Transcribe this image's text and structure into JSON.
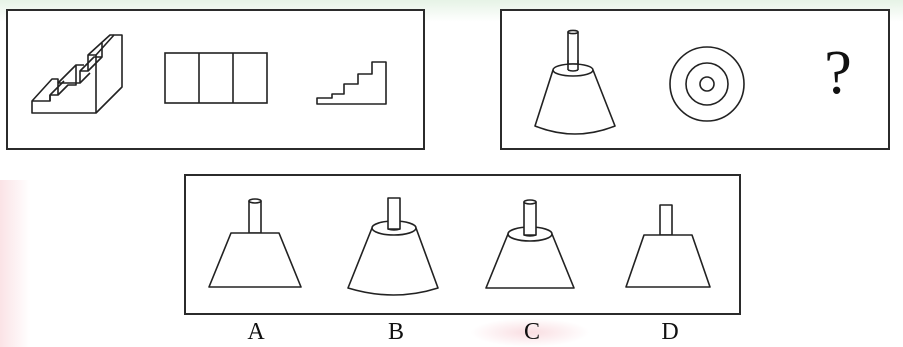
{
  "question": {
    "left_group": {
      "items": [
        "stepped-block-3d",
        "front-view-three-rectangles",
        "side-view-steps"
      ]
    },
    "right_group": {
      "items": [
        "frustum-with-peg-3d",
        "top-view-concentric-circles"
      ],
      "unknown_symbol": "?"
    }
  },
  "options": [
    {
      "label": "A"
    },
    {
      "label": "B"
    },
    {
      "label": "C"
    },
    {
      "label": "D"
    }
  ],
  "colors": {
    "line": "#222222",
    "top_tint": "#e6f3e6",
    "side_tint": "#fbe3e6"
  }
}
